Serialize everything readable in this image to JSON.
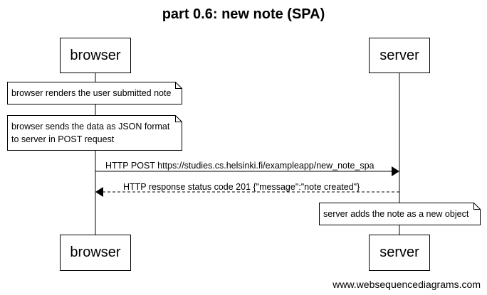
{
  "title": "part 0.6: new note (SPA)",
  "participants": {
    "browser": "browser",
    "server": "server"
  },
  "notes": {
    "render": "browser renders the user submitted note",
    "send_line1": "browser sends the data as JSON format",
    "send_line2": "to server in POST request",
    "server_adds": "server adds the note as a new object"
  },
  "messages": {
    "post": "HTTP POST https://studies.cs.helsinki.fi/exampleapp/new_note_spa",
    "response": "HTTP response status code 201 {\"message\":\"note created\"}"
  },
  "watermark": "www.websequencediagrams.com"
}
